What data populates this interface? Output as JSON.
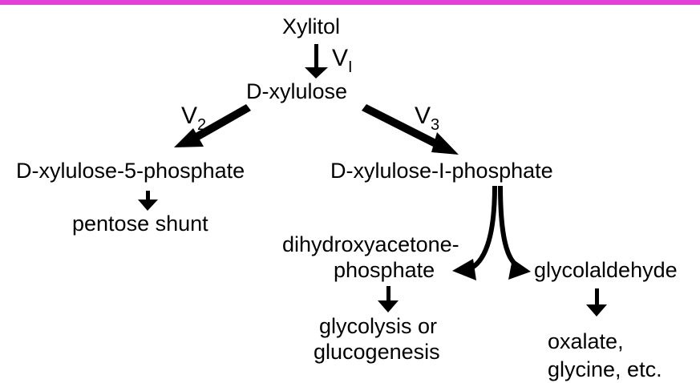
{
  "colors": {
    "top_bar": "#e43fd8",
    "ink": "#000000",
    "faded_background_text": "#e6e6e6"
  },
  "nodes": {
    "xylitol": "Xylitol",
    "d_xylulose": "D-xylulose",
    "xylulose_5_phosphate": "D-xylulose-5-phosphate",
    "xylulose_1_phosphate": "D-xylulose-I-phosphate",
    "pentose_shunt": "pentose shunt",
    "dhap_line1": "dihydroxyacetone-",
    "dhap_line2": "phosphate",
    "glycolaldehyde": "glycolaldehyde",
    "glycolysis_line1": "glycolysis or",
    "glycolysis_line2": "glucogenesis",
    "oxalate_line1": "oxalate,",
    "oxalate_line2": "glycine, etc."
  },
  "enzymes": {
    "v1": {
      "letter": "V",
      "subscript": "I"
    },
    "v2": {
      "letter": "V",
      "subscript": "2"
    },
    "v3": {
      "letter": "V",
      "subscript": "3"
    }
  }
}
